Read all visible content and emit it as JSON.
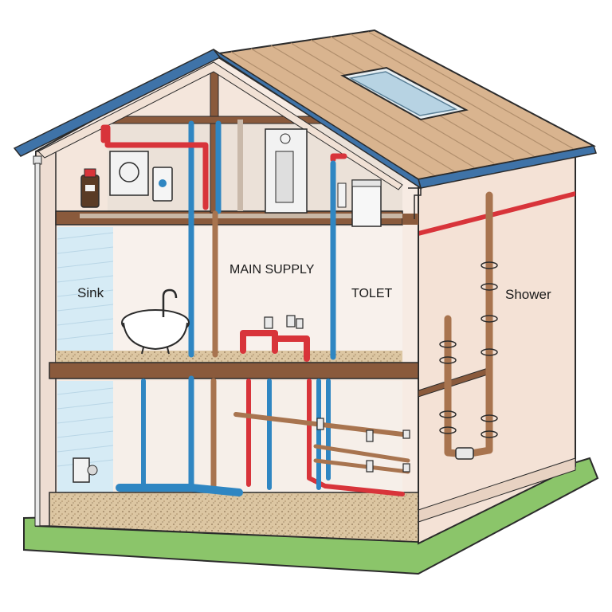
{
  "labels": {
    "sink": "Sink",
    "main_supply": "MAIN SUPPLY",
    "toilet": "TOLET",
    "shower": "Shower"
  },
  "colors": {
    "hot_pipe": "#d8343a",
    "cold_pipe": "#2f86c2",
    "drain_pipe": "#a8744f",
    "roof": "#d9b48f",
    "roof_trim": "#3f73a8",
    "wall": "#f6e6dc",
    "wall_panel": "#d6ebf5",
    "beam": "#8a5a3c",
    "gravel": "#d9c3a0",
    "grass": "#8bc56a",
    "outline": "#2b2b2b"
  }
}
